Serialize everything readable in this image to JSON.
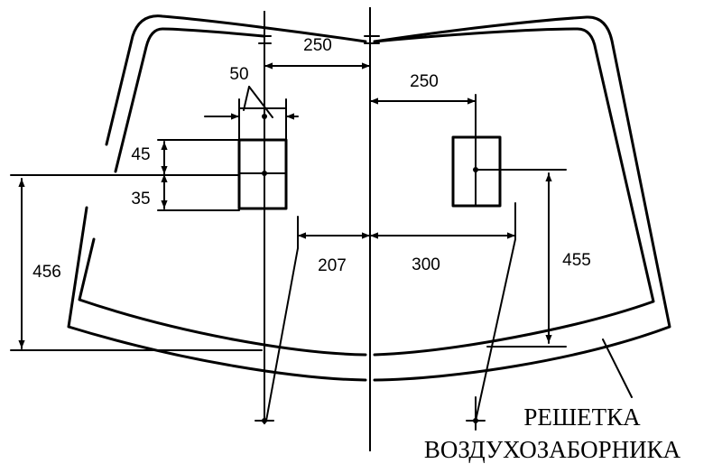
{
  "dimensions": {
    "top_left_offset": "250",
    "top_right_offset": "250",
    "sticker_width": "50",
    "sticker_upper_height": "45",
    "sticker_lower_height": "35",
    "left_height": "456",
    "right_height": "455",
    "lower_left_offset": "207",
    "lower_right_offset": "300"
  },
  "caption": {
    "line1": "РЕШЕТКА",
    "line2": "ВОЗДУХОЗАБОРНИКА"
  }
}
